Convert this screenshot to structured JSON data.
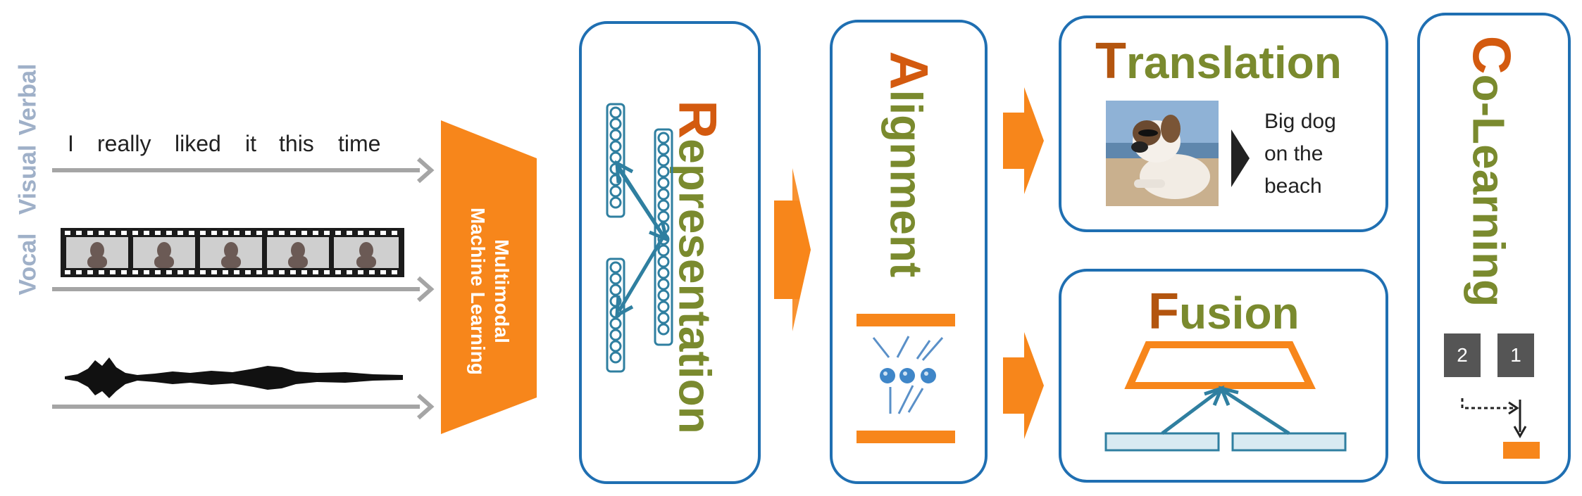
{
  "modalities": {
    "verbal": "Verbal",
    "visual": "Visual",
    "vocal": "Vocal"
  },
  "verbal_words": [
    "I",
    "really",
    "liked",
    "it",
    "this",
    "time"
  ],
  "mml_label": {
    "line1": "Multimodal",
    "line2": "Machine Learning"
  },
  "representation": {
    "cap": "R",
    "rest": "epresentation"
  },
  "alignment": {
    "cap": "A",
    "rest": "lignment"
  },
  "translation": {
    "cap": "T",
    "rest": "ranslation",
    "caption": [
      "Big dog",
      "on the",
      "beach"
    ]
  },
  "fusion": {
    "cap": "F",
    "rest": "usion"
  },
  "colearning": {
    "cap": "C",
    "rest": "o-Learning",
    "numbers": [
      "2",
      "1"
    ]
  },
  "colors": {
    "orange": "#f7861b",
    "box_border": "#1f6fb2",
    "title_green": "#7a8a2e",
    "title_cap": "#d35a0f",
    "teal": "#2f7fa0",
    "light_blue": "#d8eaf2",
    "arrow_gray": "#a5a5a5",
    "modality_label": "#9fb0c8"
  }
}
